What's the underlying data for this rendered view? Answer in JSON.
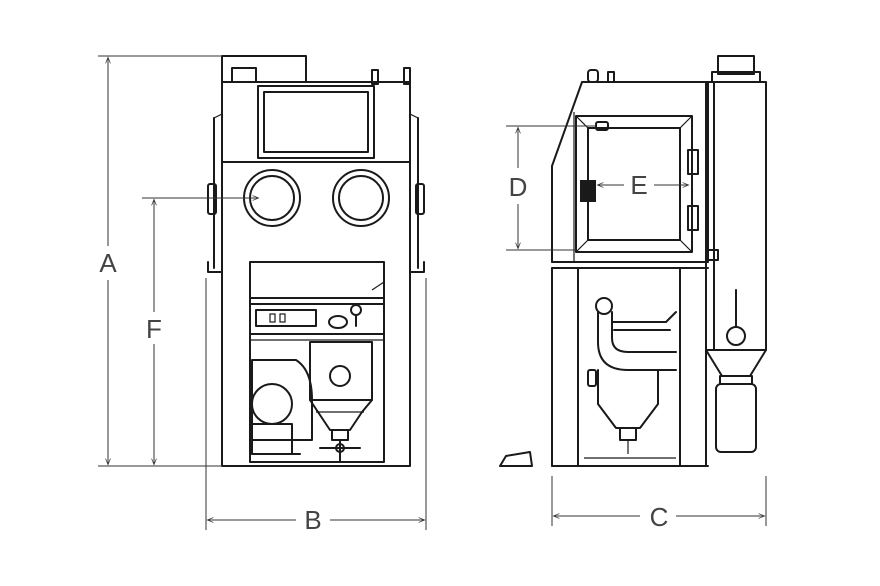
{
  "labels": {
    "a": "A",
    "b": "B",
    "c": "C",
    "d": "D",
    "e": "E",
    "f": "F"
  },
  "colors": {
    "line": "#1a1a1a",
    "dimension": "#333333",
    "label": "#444444",
    "background": "#ffffff"
  }
}
